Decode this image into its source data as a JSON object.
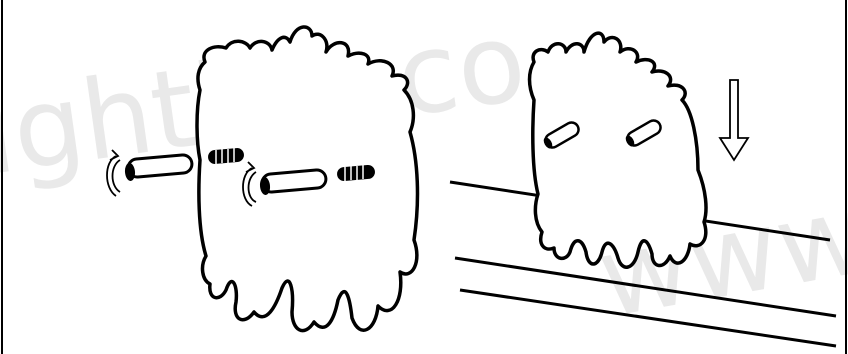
{
  "watermark": {
    "top_text": "ighting.co",
    "bottom_right_text": "www.",
    "color": "#e9e9e9"
  },
  "diagram": {
    "step1": {
      "description_icons": [
        "rotate-arrow-icon",
        "rotate-arrow-icon"
      ],
      "parts": [
        "mounting-plate",
        "screw-anchor-left",
        "screw-anchor-right"
      ]
    },
    "step2": {
      "description_icons": [
        "down-arrow-icon"
      ],
      "parts": [
        "mounted-plate",
        "rail-top",
        "rail-middle",
        "rail-bottom"
      ]
    },
    "line_color": "#000000",
    "fill_color": "#ffffff"
  }
}
